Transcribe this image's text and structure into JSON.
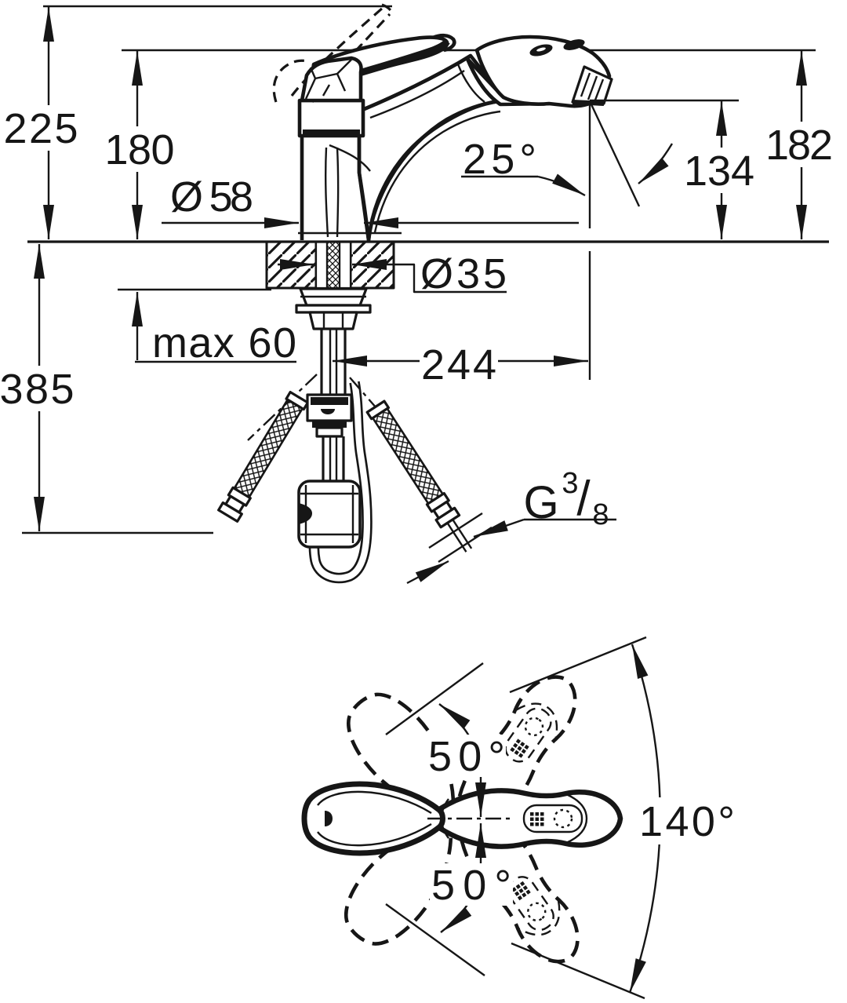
{
  "drawing": {
    "type": "technical dimension drawing",
    "subject": "single-lever pull-out spray kitchen faucet with installation parts",
    "views": {
      "side_view": "elevation with countertop cross-section and supply hoses",
      "top_view": "plan view with handle / spout swivel ranges"
    },
    "ink_color": "#161616",
    "background_color": "#ffffff"
  },
  "labels": {
    "overall_height": "225",
    "spout_height": "180",
    "base_diameter": "Ø 58",
    "spray_tilt_angle": "25°",
    "outlet_height": "134",
    "head_top_height": "182",
    "mounting_hole_diameter": "Ø35",
    "max_deck_thickness": "max 60",
    "below_deck_depth": "385",
    "spout_reach": "244",
    "thread_letter": "G",
    "thread_numerator": "3",
    "thread_slash": "/",
    "thread_denominator": "8",
    "handle_swing_up": "50°",
    "handle_swing_down": "50°",
    "swivel_range": "140°"
  }
}
